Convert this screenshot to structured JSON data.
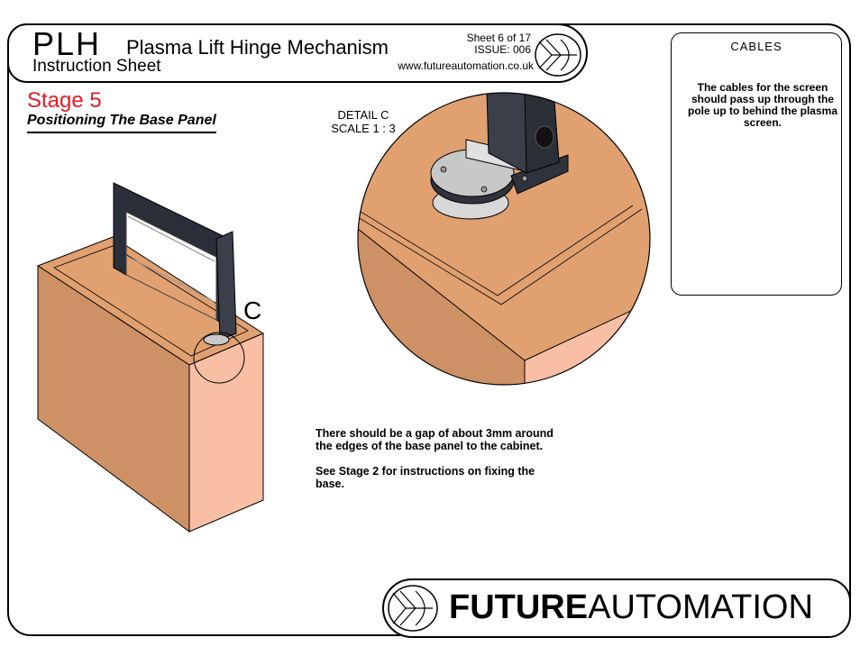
{
  "header": {
    "code": "PLH",
    "product": "Plasma Lift Hinge Mechanism",
    "doc_type": "Instruction Sheet",
    "sheet": "Sheet 6 of 17",
    "issue": "ISSUE: 006",
    "url": "www.futureautomation.co.uk"
  },
  "stage": {
    "title": "Stage 5",
    "subtitle": "Positioning The Base Panel"
  },
  "detail": {
    "label": "DETAIL C",
    "scale": "SCALE 1 : 3",
    "marker": "C"
  },
  "cables": {
    "title": "CABLES",
    "text": "The cables for the screen should pass up through the pole up to behind the plasma screen."
  },
  "notes": {
    "gap": "There should be a gap of about 3mm around the edges of the base panel to the cabinet.",
    "see": "See Stage 2 for instructions on fixing the base."
  },
  "brand": {
    "bold": "FUTURE",
    "regular": "AUTOMATION"
  },
  "colors": {
    "stage_red": "#e31c23",
    "wood_top": "#e0a070",
    "wood_front": "#cd9165",
    "wood_side": "#f8bfa5"
  }
}
